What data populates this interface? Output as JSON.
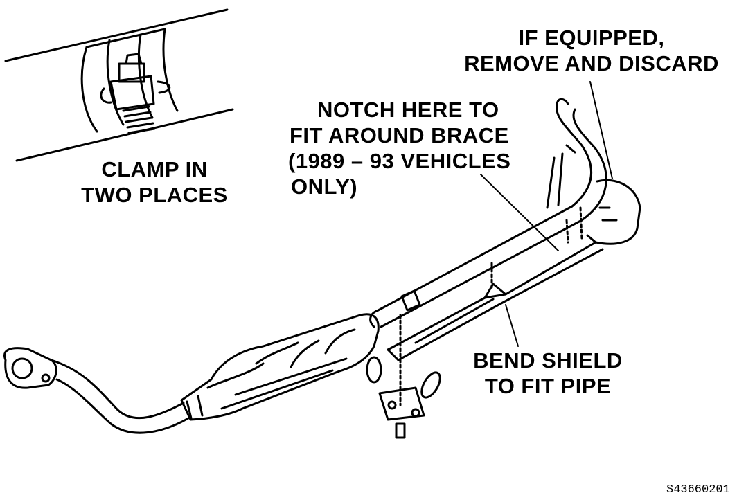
{
  "labels": {
    "clamp_line1": "CLAMP IN",
    "clamp_line2": "TWO PLACES",
    "notch_line1": "NOTCH HERE TO",
    "notch_line2": "FIT AROUND BRACE",
    "notch_line3": "(1989 – 93 VEHICLES",
    "notch_line4": "ONLY)",
    "equipped_line1": "IF EQUIPPED,",
    "equipped_line2": "REMOVE AND DISCARD",
    "bend_line1": "BEND SHIELD",
    "bend_line2": "TO FIT PIPE"
  },
  "figure_code": "S43660201",
  "colors": {
    "ink": "#000000",
    "paper": "#ffffff"
  }
}
